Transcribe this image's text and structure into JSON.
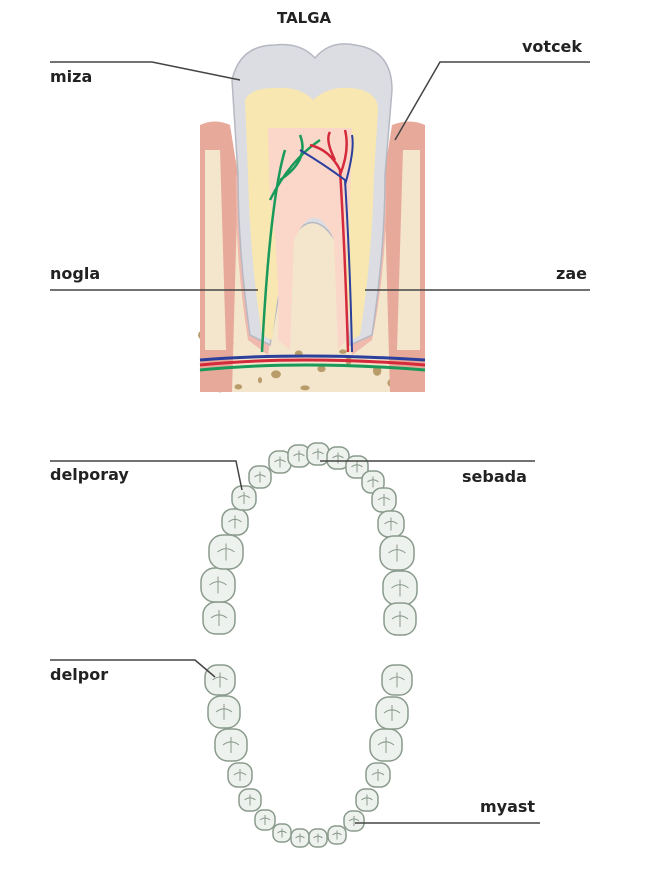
{
  "title": "TALGA",
  "labels": {
    "miza": "miza",
    "votcek": "votcek",
    "nogla": "nogla",
    "zae": "zae",
    "delporay": "delporay",
    "sebada": "sebada",
    "delpor": "delpor",
    "myast": "myast"
  },
  "colors": {
    "enamel": "#dcdde3",
    "dentin": "#f8e7b0",
    "gum": "#e7a99a",
    "bone": "#f3e6cc",
    "bone_spot": "#b99c6a",
    "nerve": "#1a9a5a",
    "artery": "#d42a3c",
    "vein": "#2b3f9c",
    "tooth_fill": "#eef2ee",
    "tooth_stroke": "#8a9a8c",
    "leader": "#444444"
  }
}
